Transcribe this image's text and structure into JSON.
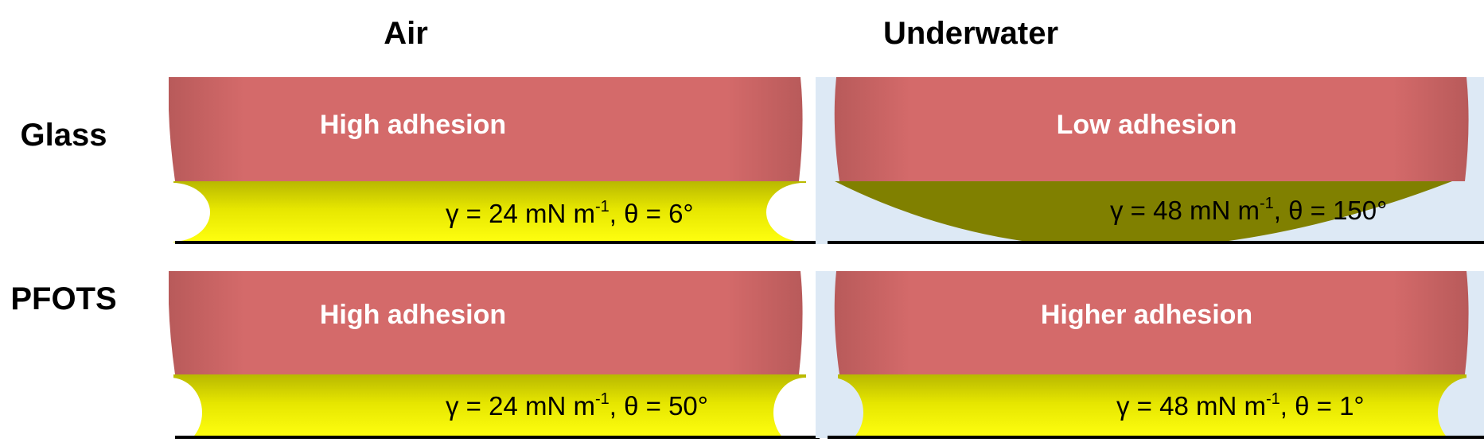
{
  "columns": {
    "air": "Air",
    "underwater": "Underwater"
  },
  "rows": {
    "glass": "Glass",
    "pfots": "PFOTS"
  },
  "panels": {
    "glass_air": {
      "adhesion": "High adhesion",
      "gamma_prefix": "γ = 24 mN m",
      "exponent": "-1",
      "theta_suffix": ", θ = 6°"
    },
    "glass_underwater": {
      "adhesion": "Low adhesion",
      "gamma_prefix": "γ = 48 mN m",
      "exponent": "-1",
      "theta_suffix": ", θ = 150°"
    },
    "pfots_air": {
      "adhesion": "High adhesion",
      "gamma_prefix": "γ = 24 mN m",
      "exponent": "-1",
      "theta_suffix": ", θ = 50°"
    },
    "pfots_underwater": {
      "adhesion": "Higher adhesion",
      "gamma_prefix": "γ = 48 mN m",
      "exponent": "-1",
      "theta_suffix": ", θ = 1°"
    }
  },
  "colors": {
    "sphere": "#d46a6a",
    "liquid": "#f2f200",
    "liquid_underwater_glass": "#808000",
    "water_background": "#dde9f5",
    "air_background": "#ffffff",
    "substrate": "#000000"
  }
}
